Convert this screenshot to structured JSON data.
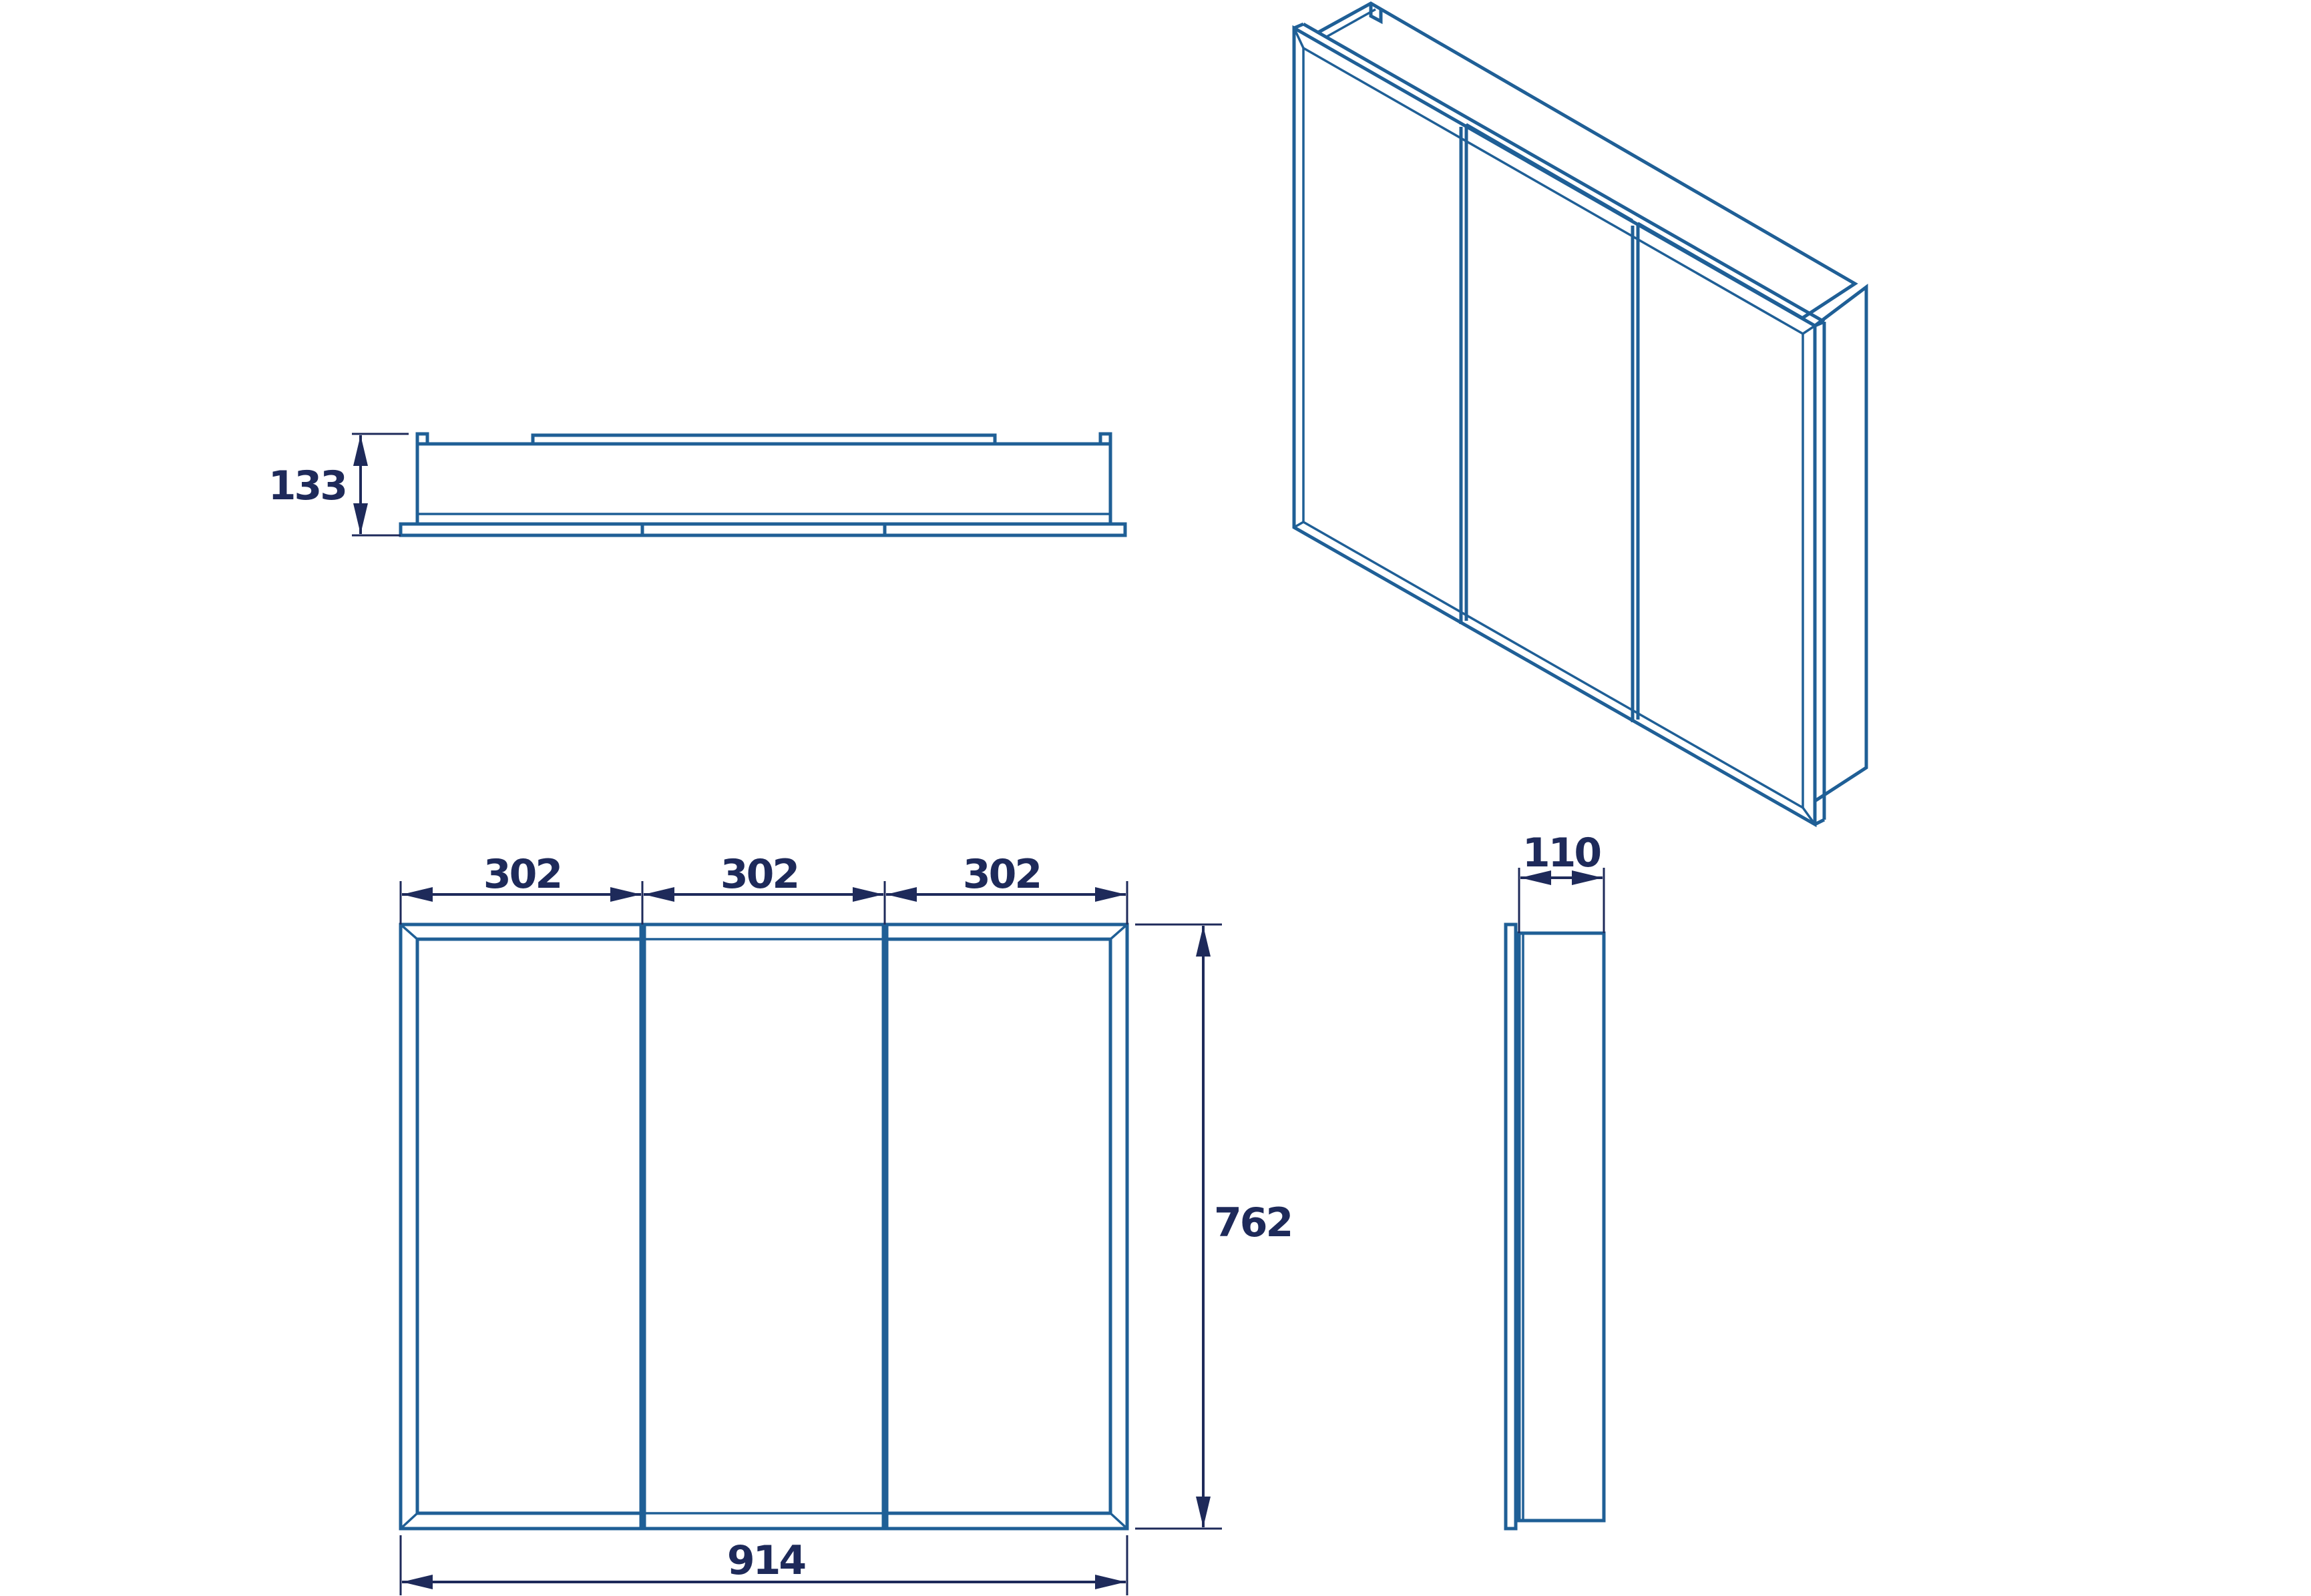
{
  "diagram": {
    "dimensions": {
      "depth_top": "133",
      "door_width_1": "302",
      "door_width_2": "302",
      "door_width_3": "302",
      "total_width": "914",
      "height": "762",
      "side_depth": "110"
    },
    "colors": {
      "line": "#1f5f96",
      "dimension": "#1e2a5a",
      "background": "#ffffff"
    }
  }
}
